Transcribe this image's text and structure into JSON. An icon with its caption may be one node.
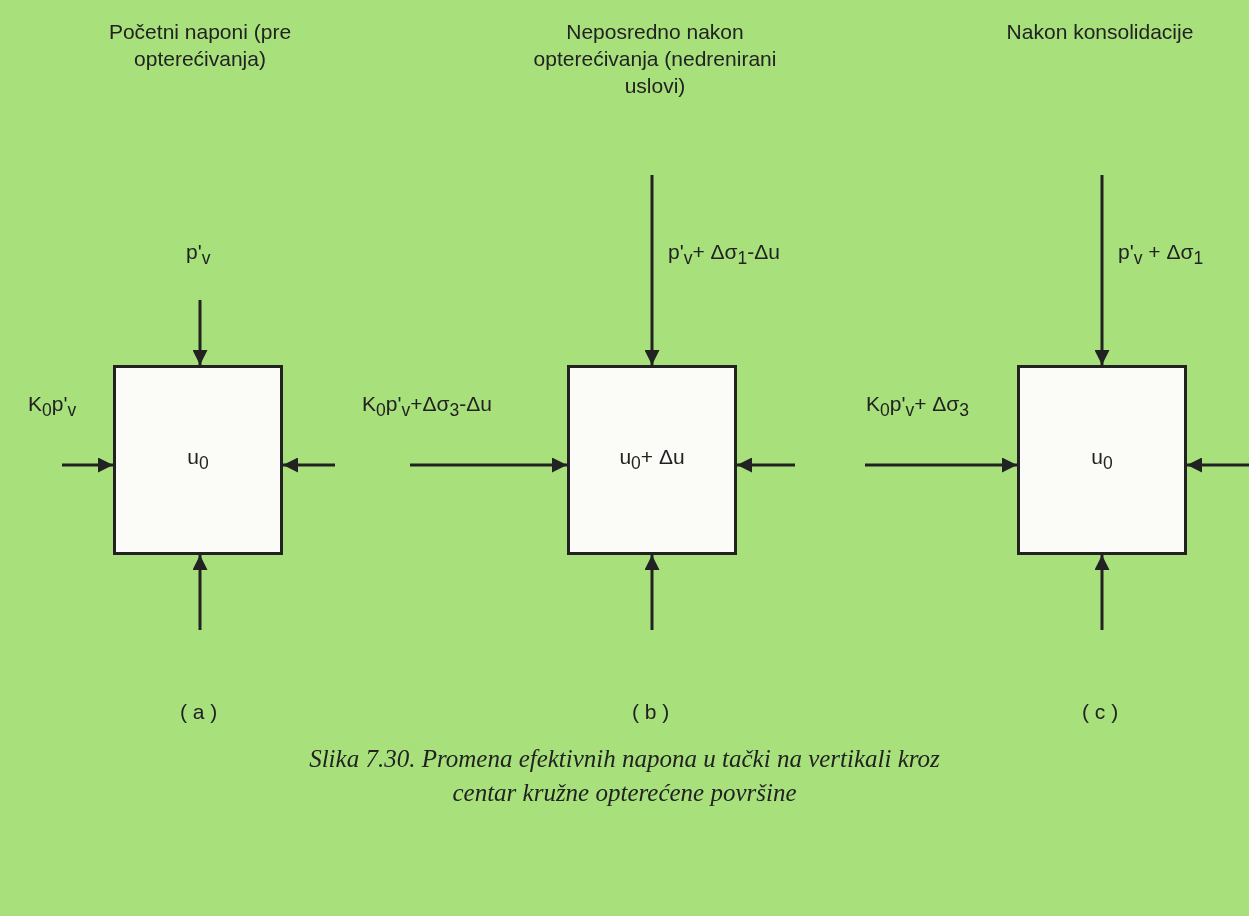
{
  "diagram": {
    "caption": "Slika 7.30. Promena efektivnih napona u tački na vertikali kroz centar kružne opterećene površine",
    "nodes": [
      {
        "text": [
          "u$_{0}$"
        ]
      },
      {
        "text": [
          "u$_{0}$+ Δu"
        ]
      },
      {
        "text": [
          "u$_{0}$"
        ]
      }
    ],
    "labels": [
      "Početni naponi (pre opterećivanja)",
      "Neposredno nakon opterećivanja (nedrenirani uslovi)",
      "Nakon konsolidacije",
      "p'$_{v}$",
      "K$_{0}$p'$_{v}$",
      "p'$_{v}$+ Δσ$_{1}$-Δu",
      "K$_{0}$p'$_{v}$+Δσ$_{3}$-Δu",
      "p'$_{v}$ + Δσ$_{1}$",
      "K$_{0}$p'$_{v}$+ Δσ$_{3}$",
      "( a )",
      "( b )",
      "( c )"
    ]
  }
}
